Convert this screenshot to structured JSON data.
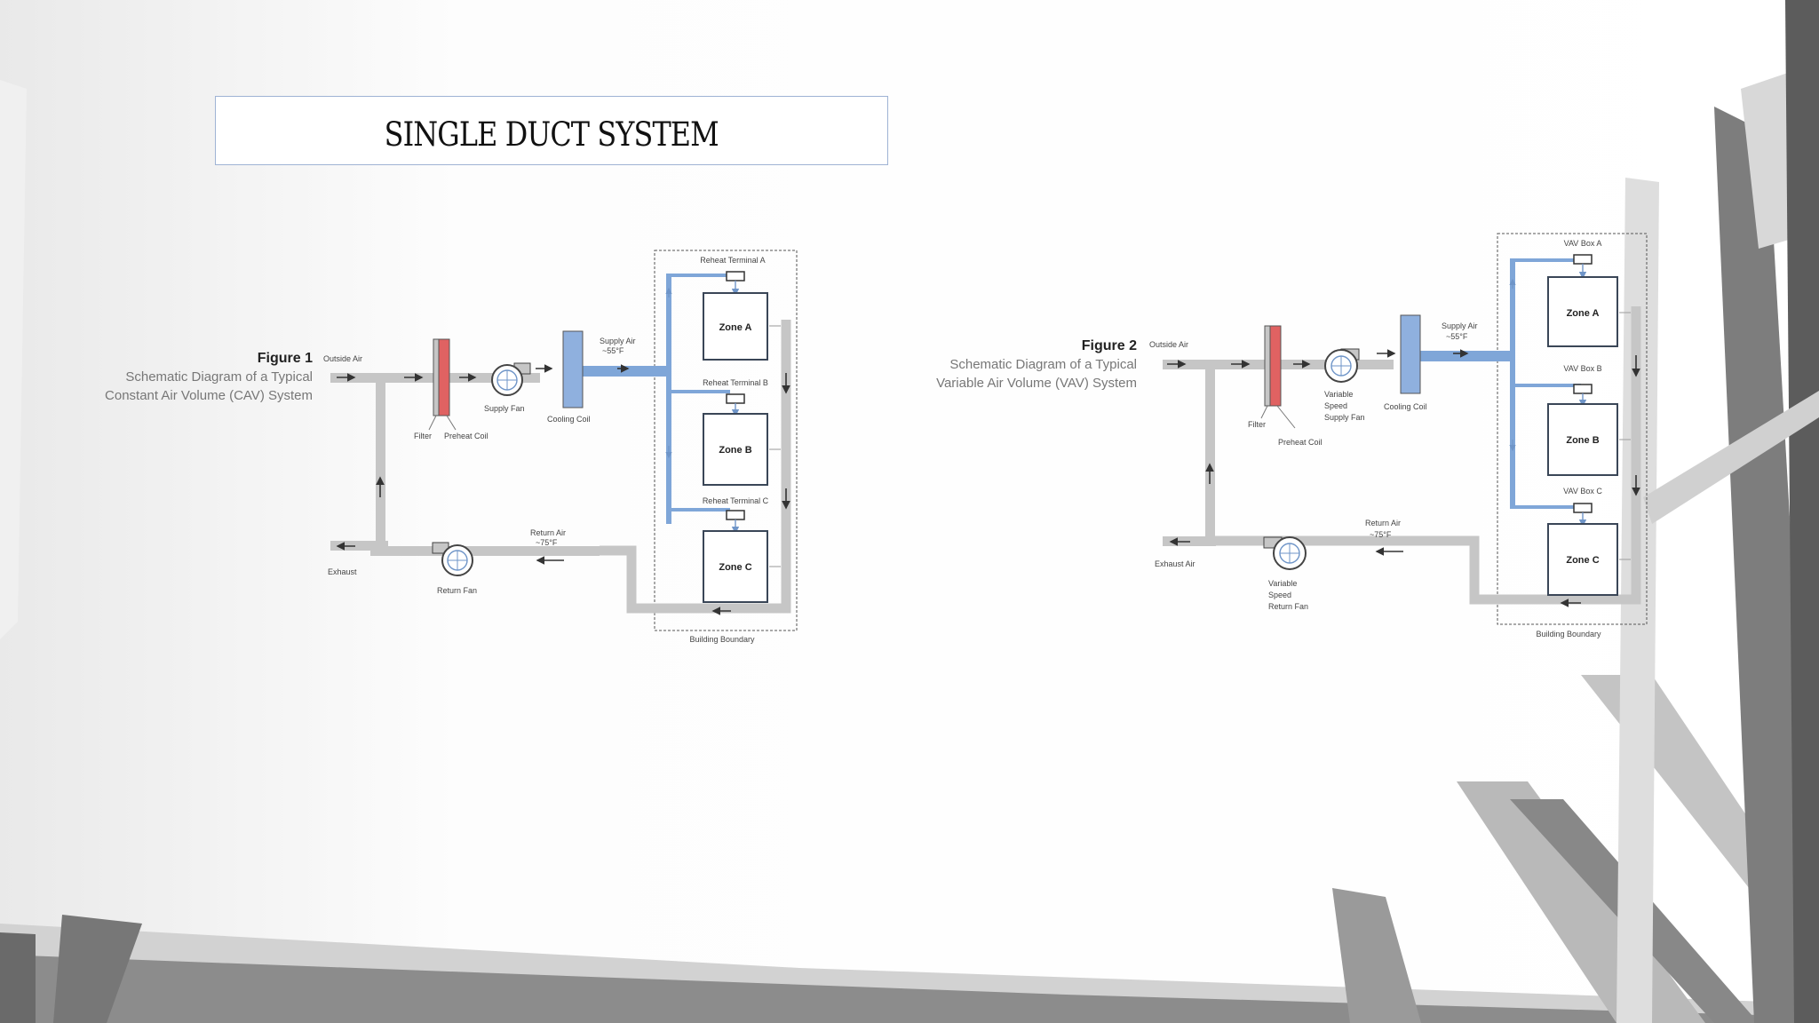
{
  "slide": {
    "title": "SINGLE DUCT SYSTEM"
  },
  "colors": {
    "duct": "#c6c6c6",
    "supply_duct": "#7fa6d8",
    "coil_blue": "#8fb0de",
    "coil_red": "#e06262",
    "zone_border": "#3a4657"
  },
  "figure1": {
    "figure_label": "Figure 1",
    "caption_line1": "Schematic Diagram of a Typical",
    "caption_line2": "Constant Air Volume (CAV) System",
    "labels": {
      "outside_air": "Outside Air",
      "filter": "Filter",
      "preheat_coil": "Preheat Coil",
      "supply_fan": "Supply Fan",
      "cooling_coil": "Cooling Coil",
      "supply_air": "Supply Air",
      "supply_temp": "~55°F",
      "return_air": "Return Air",
      "return_temp": "~75°F",
      "exhaust": "Exhaust",
      "return_fan": "Return Fan",
      "building_boundary": "Building Boundary"
    },
    "terminals": [
      "Reheat Terminal A",
      "Reheat Terminal B",
      "Reheat Terminal C"
    ],
    "zones": [
      "Zone A",
      "Zone B",
      "Zone C"
    ]
  },
  "figure2": {
    "figure_label": "Figure 2",
    "caption_line1": "Schematic Diagram of a Typical",
    "caption_line2": "Variable Air Volume (VAV) System",
    "labels": {
      "outside_air": "Outside Air",
      "filter": "Filter",
      "preheat_coil": "Preheat Coil",
      "supply_fan_l1": "Variable",
      "supply_fan_l2": "Speed",
      "supply_fan_l3": "Supply Fan",
      "cooling_coil": "Cooling Coil",
      "supply_air": "Supply Air",
      "supply_temp": "~55°F",
      "return_air": "Return Air",
      "return_temp": "~75°F",
      "exhaust_air": "Exhaust Air",
      "return_fan_l1": "Variable",
      "return_fan_l2": "Speed",
      "return_fan_l3": "Return Fan",
      "building_boundary": "Building Boundary"
    },
    "terminals": [
      "VAV Box A",
      "VAV Box B",
      "VAV Box C"
    ],
    "zones": [
      "Zone A",
      "Zone B",
      "Zone C"
    ]
  }
}
